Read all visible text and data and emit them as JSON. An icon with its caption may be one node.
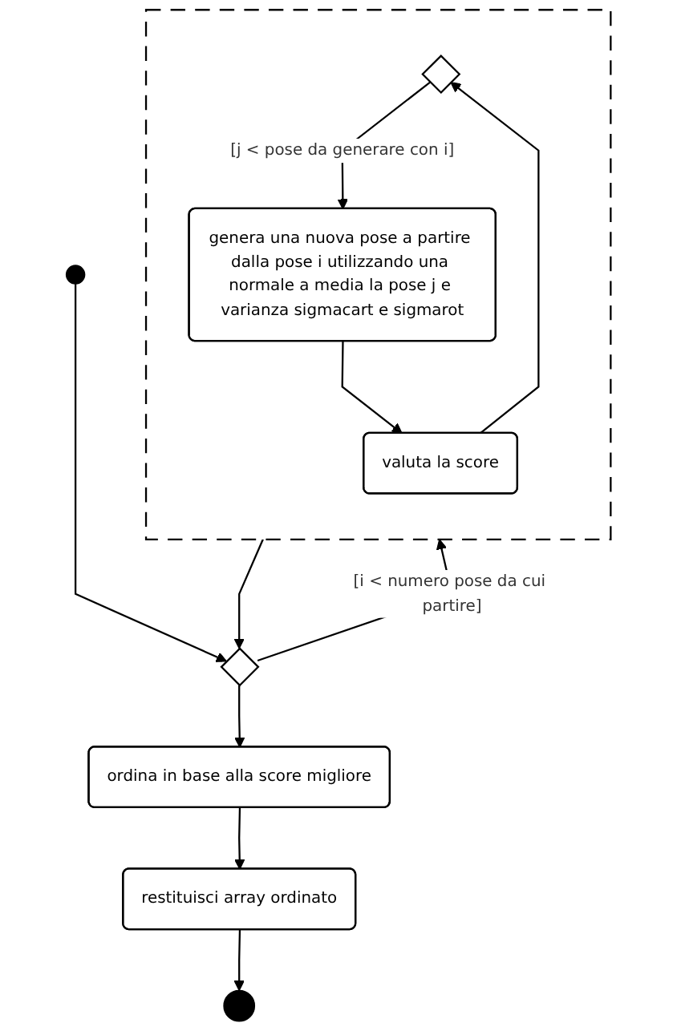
{
  "diagram": {
    "nodes": [
      {
        "text": [],
        "shape": "circle"
      },
      {
        "text": [],
        "shape": "diamond"
      },
      {
        "text": [],
        "shape": "box"
      },
      {
        "text": [],
        "shape": "diamond",
        "in": 2
      },
      {
        "text": [
          "genera una nuova pose a partire dalla pose i utilizzando una normale a media la pose j e varianza sigmacart e sigmarot"
        ],
        "in": 2
      },
      {
        "text": [
          "valuta la score"
        ],
        "in": 2
      },
      {
        "text": [
          "ordina in base alla score migliore"
        ]
      },
      {
        "text": [
          "restituisci array ordinato"
        ]
      },
      {
        "text": [],
        "shape": "circle"
      }
    ],
    "edges": [
      {
        "from": 0,
        "to": 1,
        "arrow": "to"
      },
      {
        "from": 1,
        "to": 2,
        "arrow": "to",
        "label": "[i < numero pose da cui partire]"
      },
      {
        "from": 2,
        "to": 1,
        "arrow": "to"
      },
      {
        "from": 3,
        "to": 4,
        "arrow": "to",
        "label": "[j < pose da generare con i]"
      },
      {
        "from": 4,
        "to": 5,
        "arrow": "to"
      },
      {
        "from": 5,
        "to": 3,
        "arrow": "to"
      },
      {
        "from": 1,
        "to": 6,
        "arrow": "to"
      },
      {
        "from": 6,
        "to": 7,
        "arrow": "to"
      },
      {
        "from": 7,
        "to": 8,
        "arrow": "to"
      }
    ]
  }
}
